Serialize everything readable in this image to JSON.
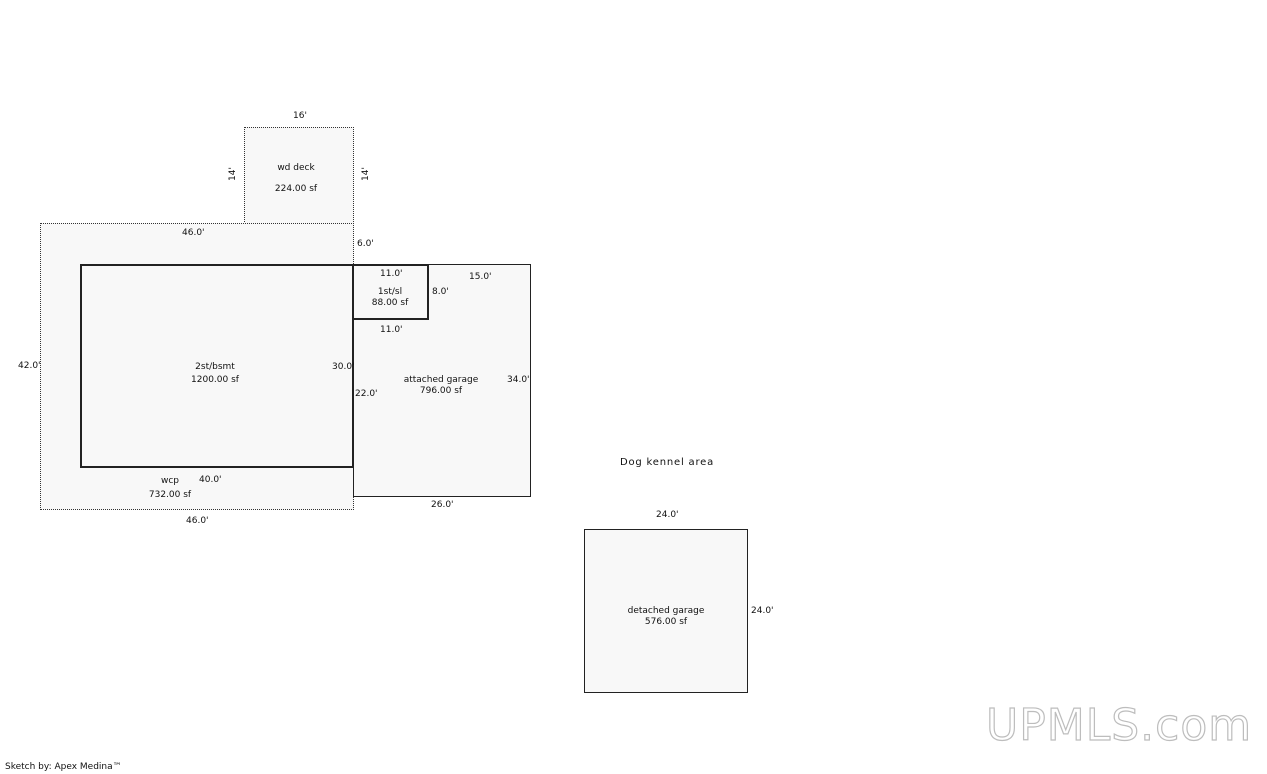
{
  "sketch": {
    "wd_deck": {
      "name": "wd deck",
      "area": "224.00 sf",
      "top": "16'",
      "left": "14'",
      "right": "14'"
    },
    "wcp": {
      "name": "wcp",
      "area": "732.00 sf",
      "top": "46.0'",
      "left": "42.0'",
      "bottom": "46.0'",
      "right": "6.0'"
    },
    "house": {
      "name": "2st/bsmt",
      "area": "1200.00 sf",
      "right": "30.0'",
      "bottom": "40.0'"
    },
    "sl": {
      "name": "1st/sl",
      "area": "88.00 sf",
      "top": "11.0'",
      "bottom": "11.0'",
      "right": "8.0'"
    },
    "attached_garage": {
      "name": "attached garage",
      "area": "796.00 sf",
      "top": "15.0'",
      "left": "22.0'",
      "right": "34.0'",
      "bottom": "26.0'"
    },
    "detached_garage": {
      "name": "detached garage",
      "area": "576.00 sf",
      "top": "24.0'",
      "right": "24.0'"
    },
    "note": "Dog kennel area"
  },
  "footer": {
    "credit": "Sketch by: Apex Medina™"
  },
  "watermark": "UPMLS.com"
}
